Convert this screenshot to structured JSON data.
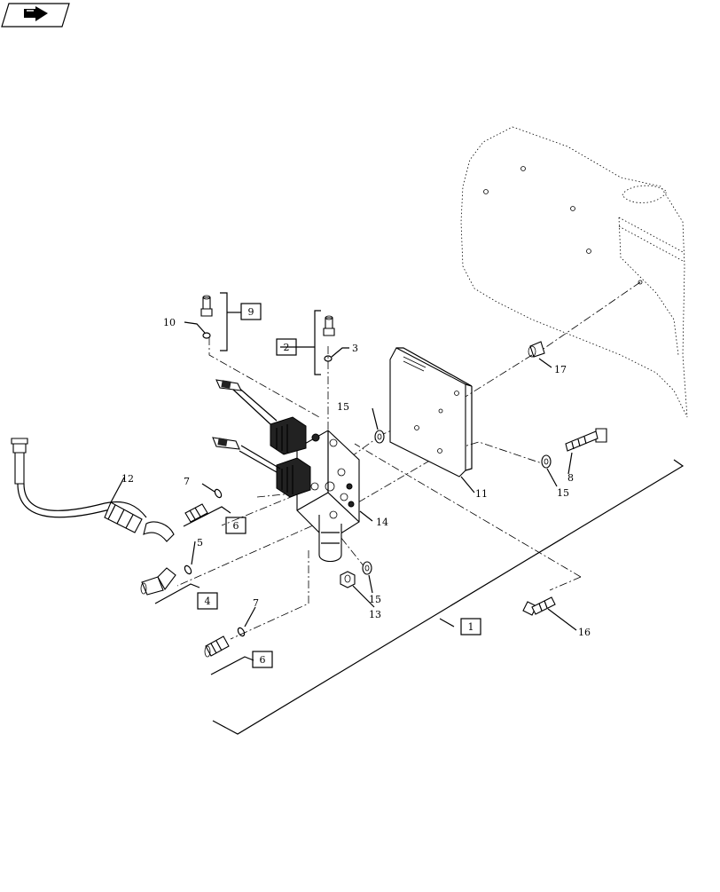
{
  "callouts": {
    "c1": "1",
    "c2": "2",
    "c3": "3",
    "c4": "4",
    "c5": "5",
    "c6a": "6",
    "c6b": "6",
    "c7a": "7",
    "c7b": "7",
    "c8": "8",
    "c9": "9",
    "c10": "10",
    "c11": "11",
    "c12": "12",
    "c13": "13",
    "c14": "14",
    "c15a": "15",
    "c15b": "15",
    "c15c": "15",
    "c16": "16",
    "c17": "17"
  },
  "colors": {
    "line": "#000000",
    "background": "#ffffff"
  },
  "icons": {
    "corner": "arrow-nav-icon"
  }
}
